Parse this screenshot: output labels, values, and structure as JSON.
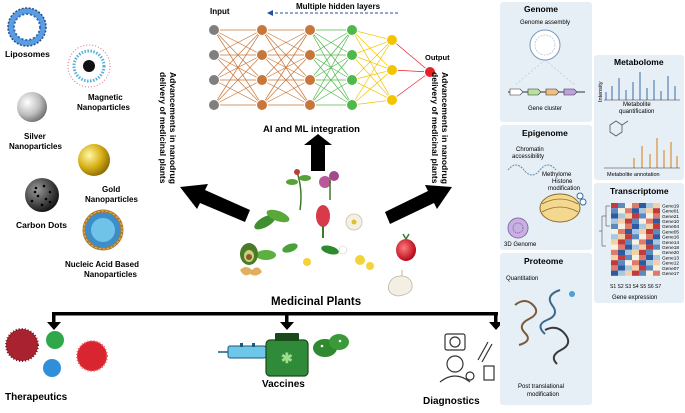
{
  "nanoparticles": {
    "liposomes": "Liposomes",
    "magnetic_1": "Magnetic",
    "magnetic_2": "Nanoparticles",
    "silver_1": "Silver",
    "silver_2": "Nanoparticles",
    "gold_1": "Gold",
    "gold_2": "Nanoparticles",
    "carbon": "Carbon Dots",
    "nucleic_1": "Nucleic Acid Based",
    "nucleic_2": "Nanoparticles"
  },
  "rotated_labels": {
    "left_1": "Advancements in nanodrug",
    "left_2": "delivery of medicinal plants",
    "right_1": "Advancements in nanodrug",
    "right_2": "delivery of medicinal plants"
  },
  "network": {
    "input": "Input",
    "hidden": "Multiple hidden layers",
    "output": "Output",
    "integration": "AI and ML integration"
  },
  "center": {
    "title": "Medicinal Plants"
  },
  "bottom": {
    "therapeutics": "Therapeutics",
    "vaccines": "Vaccines",
    "diagnostics": "Diagnostics"
  },
  "omics": {
    "genome": {
      "title": "Genome",
      "assembly": "Genome assembly",
      "cluster": "Gene cluster"
    },
    "metabolome": {
      "title": "Metabolome",
      "intensity": "Intensity",
      "quant_1": "Metabolite",
      "quant_2": "quantification",
      "annotation": "Metabolite annotation"
    },
    "epigenome": {
      "title": "Epigenome",
      "chromatin_1": "Chromatin",
      "chromatin_2": "accessibility",
      "methylome": "Methylome",
      "histone_1": "Histone",
      "histone_2": "modification",
      "genome3d": "3D Genome"
    },
    "transcriptome": {
      "title": "Transcriptome",
      "genes": [
        "Gene19",
        "Gene01",
        "Gene21",
        "Gene10",
        "Gene04",
        "Gene05",
        "Gene16",
        "Gene14",
        "Gene18",
        "Gene20",
        "Gene13",
        "Gene12",
        "Gene07",
        "Gene17"
      ],
      "samples": "S1 S2 S3 S4 S5 S6 S7",
      "expression": "Gene expression"
    },
    "proteome": {
      "title": "Proteome",
      "quantitation": "Quantitation",
      "ptm_1": "Post translational",
      "ptm_2": "modification"
    }
  },
  "colors": {
    "input_node": "#7f7f7f",
    "layer_orange": "#c8763a",
    "layer_green": "#4fb84a",
    "layer_yellow": "#f2c500",
    "output_node": "#e8202a",
    "panel_blue": "#dfe9f3"
  }
}
